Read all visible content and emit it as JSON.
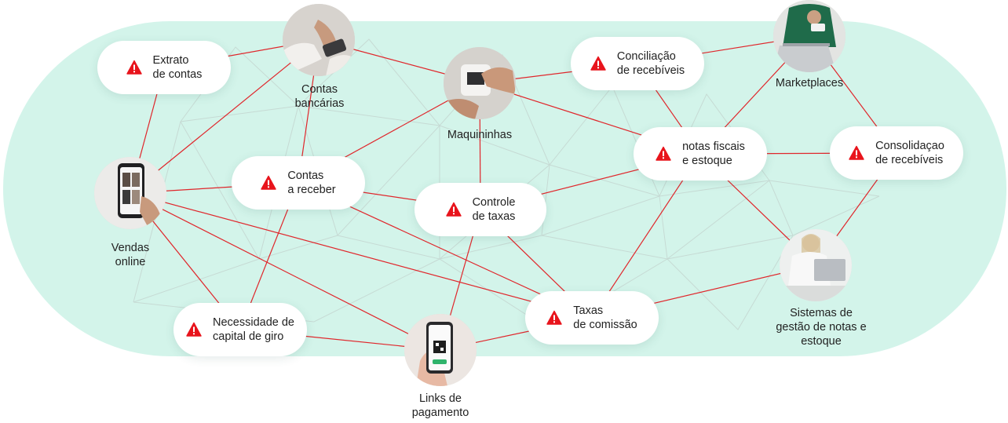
{
  "colors": {
    "band": "#d3f4ea",
    "link": "#e0262b",
    "warning": "#e8141c",
    "mesh": "#c5d8d2",
    "pill_bg": "#ffffff"
  },
  "issues": [
    {
      "id": "extrato",
      "label": "Extrato\nde contas",
      "icon": "warning-icon"
    },
    {
      "id": "conciliacao",
      "label": "Conciliação\nde recebíveis",
      "icon": "warning-icon"
    },
    {
      "id": "contas-receber",
      "label": "Contas\na receber",
      "icon": "warning-icon"
    },
    {
      "id": "notas",
      "label": "notas fiscais\ne estoque",
      "icon": "warning-icon"
    },
    {
      "id": "consolidacao",
      "label": "Consolidaçao\nde recebíveis",
      "icon": "warning-icon"
    },
    {
      "id": "controle",
      "label": "Controle\nde taxas",
      "icon": "warning-icon"
    },
    {
      "id": "capital",
      "label": "Necessidade de\ncapital de giro",
      "icon": "warning-icon"
    },
    {
      "id": "comissao",
      "label": "Taxas\nde comissão",
      "icon": "warning-icon"
    }
  ],
  "channels": [
    {
      "id": "bancarias",
      "label": "Contas\nbancárias",
      "icon": "hands-phone-photo"
    },
    {
      "id": "maquininhas",
      "label": "Maquininhas",
      "icon": "card-machine-photo"
    },
    {
      "id": "marketplaces",
      "label": "Marketplaces",
      "icon": "laptop-card-photo"
    },
    {
      "id": "vendas",
      "label": "Vendas\nonline",
      "icon": "phone-shop-photo"
    },
    {
      "id": "sistemas",
      "label": "Sistemas de\ngestão de notas e\nestoque",
      "icon": "woman-laptop-photo"
    },
    {
      "id": "links",
      "label": "Links de\npagamento",
      "icon": "qr-phone-photo"
    }
  ],
  "links": [
    [
      "extrato",
      "bancarias"
    ],
    [
      "extrato",
      "vendas"
    ],
    [
      "bancarias",
      "vendas"
    ],
    [
      "bancarias",
      "contas-receber"
    ],
    [
      "bancarias",
      "maquininhas"
    ],
    [
      "maquininhas",
      "conciliacao"
    ],
    [
      "maquininhas",
      "contas-receber"
    ],
    [
      "maquininhas",
      "controle"
    ],
    [
      "maquininhas",
      "notas"
    ],
    [
      "conciliacao",
      "marketplaces"
    ],
    [
      "conciliacao",
      "notas"
    ],
    [
      "marketplaces",
      "notas"
    ],
    [
      "marketplaces",
      "consolidacao"
    ],
    [
      "notas",
      "consolidacao"
    ],
    [
      "notas",
      "controle"
    ],
    [
      "notas",
      "sistemas"
    ],
    [
      "notas",
      "comissao"
    ],
    [
      "consolidacao",
      "sistemas"
    ],
    [
      "vendas",
      "contas-receber"
    ],
    [
      "vendas",
      "capital"
    ],
    [
      "vendas",
      "links"
    ],
    [
      "vendas",
      "comissao"
    ],
    [
      "contas-receber",
      "controle"
    ],
    [
      "contas-receber",
      "capital"
    ],
    [
      "contas-receber",
      "comissao"
    ],
    [
      "controle",
      "links"
    ],
    [
      "controle",
      "comissao"
    ],
    [
      "capital",
      "links"
    ],
    [
      "links",
      "comissao"
    ],
    [
      "comissao",
      "sistemas"
    ]
  ]
}
